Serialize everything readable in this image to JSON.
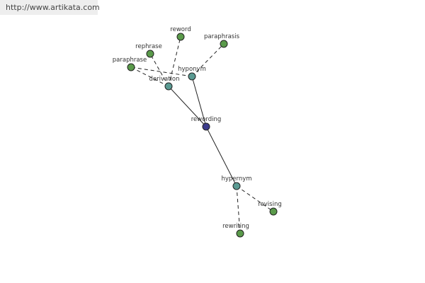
{
  "banner": {
    "url": "http://www.artikata.com"
  },
  "colors": {
    "center_node": "#3c3c8c",
    "relation_node": "#5a9a92",
    "leaf_node": "#5a9a4a",
    "node_stroke": "#222222",
    "edge": "#222222"
  },
  "graph": {
    "nodes": [
      {
        "id": "rewording",
        "label": "rewording",
        "kind": "center"
      },
      {
        "id": "derivation",
        "label": "derivation",
        "kind": "relation"
      },
      {
        "id": "hyponym",
        "label": "hyponym",
        "kind": "relation"
      },
      {
        "id": "hypernym",
        "label": "hypernym",
        "kind": "relation"
      },
      {
        "id": "reword",
        "label": "reword",
        "kind": "leaf"
      },
      {
        "id": "rephrase",
        "label": "rephrase",
        "kind": "leaf"
      },
      {
        "id": "paraphrase",
        "label": "paraphrase",
        "kind": "leaf"
      },
      {
        "id": "paraphrasis",
        "label": "paraphrasis",
        "kind": "leaf"
      },
      {
        "id": "revising",
        "label": "revising",
        "kind": "leaf"
      },
      {
        "id": "rewriting",
        "label": "rewriting",
        "kind": "leaf"
      }
    ],
    "edges": [
      {
        "from": "rewording",
        "to": "derivation",
        "style": "solid"
      },
      {
        "from": "rewording",
        "to": "hyponym",
        "style": "solid"
      },
      {
        "from": "rewording",
        "to": "hypernym",
        "style": "solid"
      },
      {
        "from": "derivation",
        "to": "reword",
        "style": "dashed"
      },
      {
        "from": "derivation",
        "to": "rephrase",
        "style": "dashed"
      },
      {
        "from": "derivation",
        "to": "paraphrase",
        "style": "dashed"
      },
      {
        "from": "hyponym",
        "to": "paraphrasis",
        "style": "dashed"
      },
      {
        "from": "hyponym",
        "to": "paraphrase",
        "style": "dashed"
      },
      {
        "from": "hypernym",
        "to": "revising",
        "style": "dashed"
      },
      {
        "from": "hypernym",
        "to": "rewriting",
        "style": "dashed"
      }
    ]
  }
}
